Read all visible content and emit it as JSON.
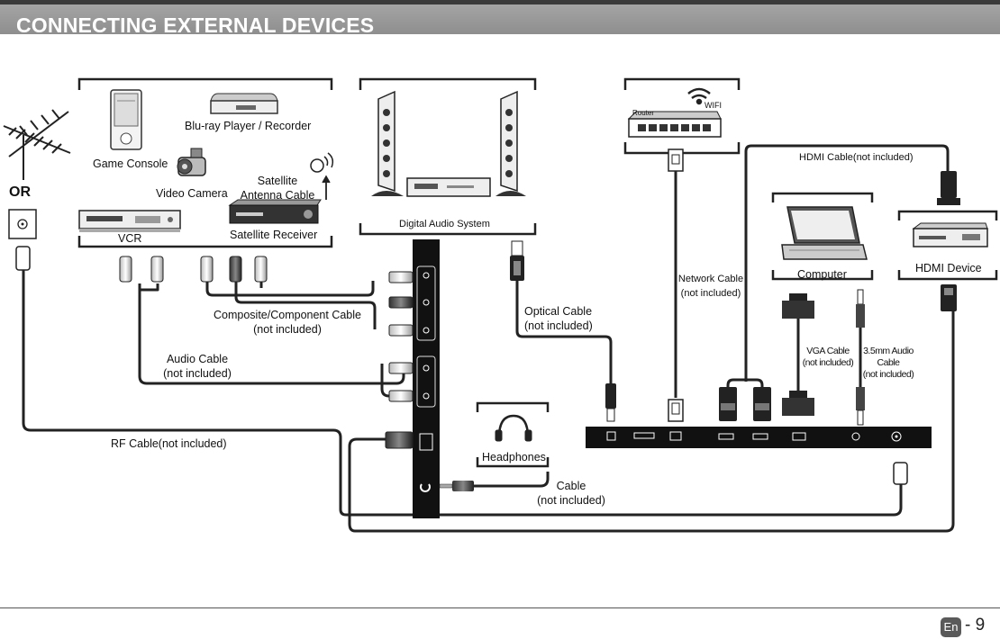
{
  "header": {
    "title": "CONNECTING EXTERNAL DEVICES"
  },
  "labels": {
    "or": "OR",
    "game_console": "Game Console",
    "bluray": "Blu-ray Player / Recorder",
    "video_camera": "Video Camera",
    "satellite_antenna_cable": [
      "Satellite",
      "Antenna Cable"
    ],
    "vcr": "VCR",
    "satellite_receiver": "Satellite Receiver",
    "digital_audio_system": "Digital Audio System",
    "router": "Router",
    "wifi": "WIFI",
    "hdmi_cable": "HDMI Cable(not included)",
    "computer": "Computer",
    "hdmi_device": "HDMI Device",
    "network_cable": [
      "Network Cable",
      "(not included)"
    ],
    "composite_cable": [
      "Composite/Component Cable",
      "(not included)"
    ],
    "optical_cable": [
      "Optical Cable",
      "(not included)"
    ],
    "vga_cable": [
      "VGA Cable",
      "(not included)"
    ],
    "audio_35_cable": [
      "3.5mm Audio",
      "Cable",
      "(not included)"
    ],
    "audio_cable": [
      "Audio Cable",
      "(not included)"
    ],
    "rf_cable": "RF Cable(not included)",
    "headphones": "Headphones",
    "cable": [
      "Cable",
      "(not included)"
    ]
  },
  "footer": {
    "language": "En",
    "page_number": "- 9"
  }
}
